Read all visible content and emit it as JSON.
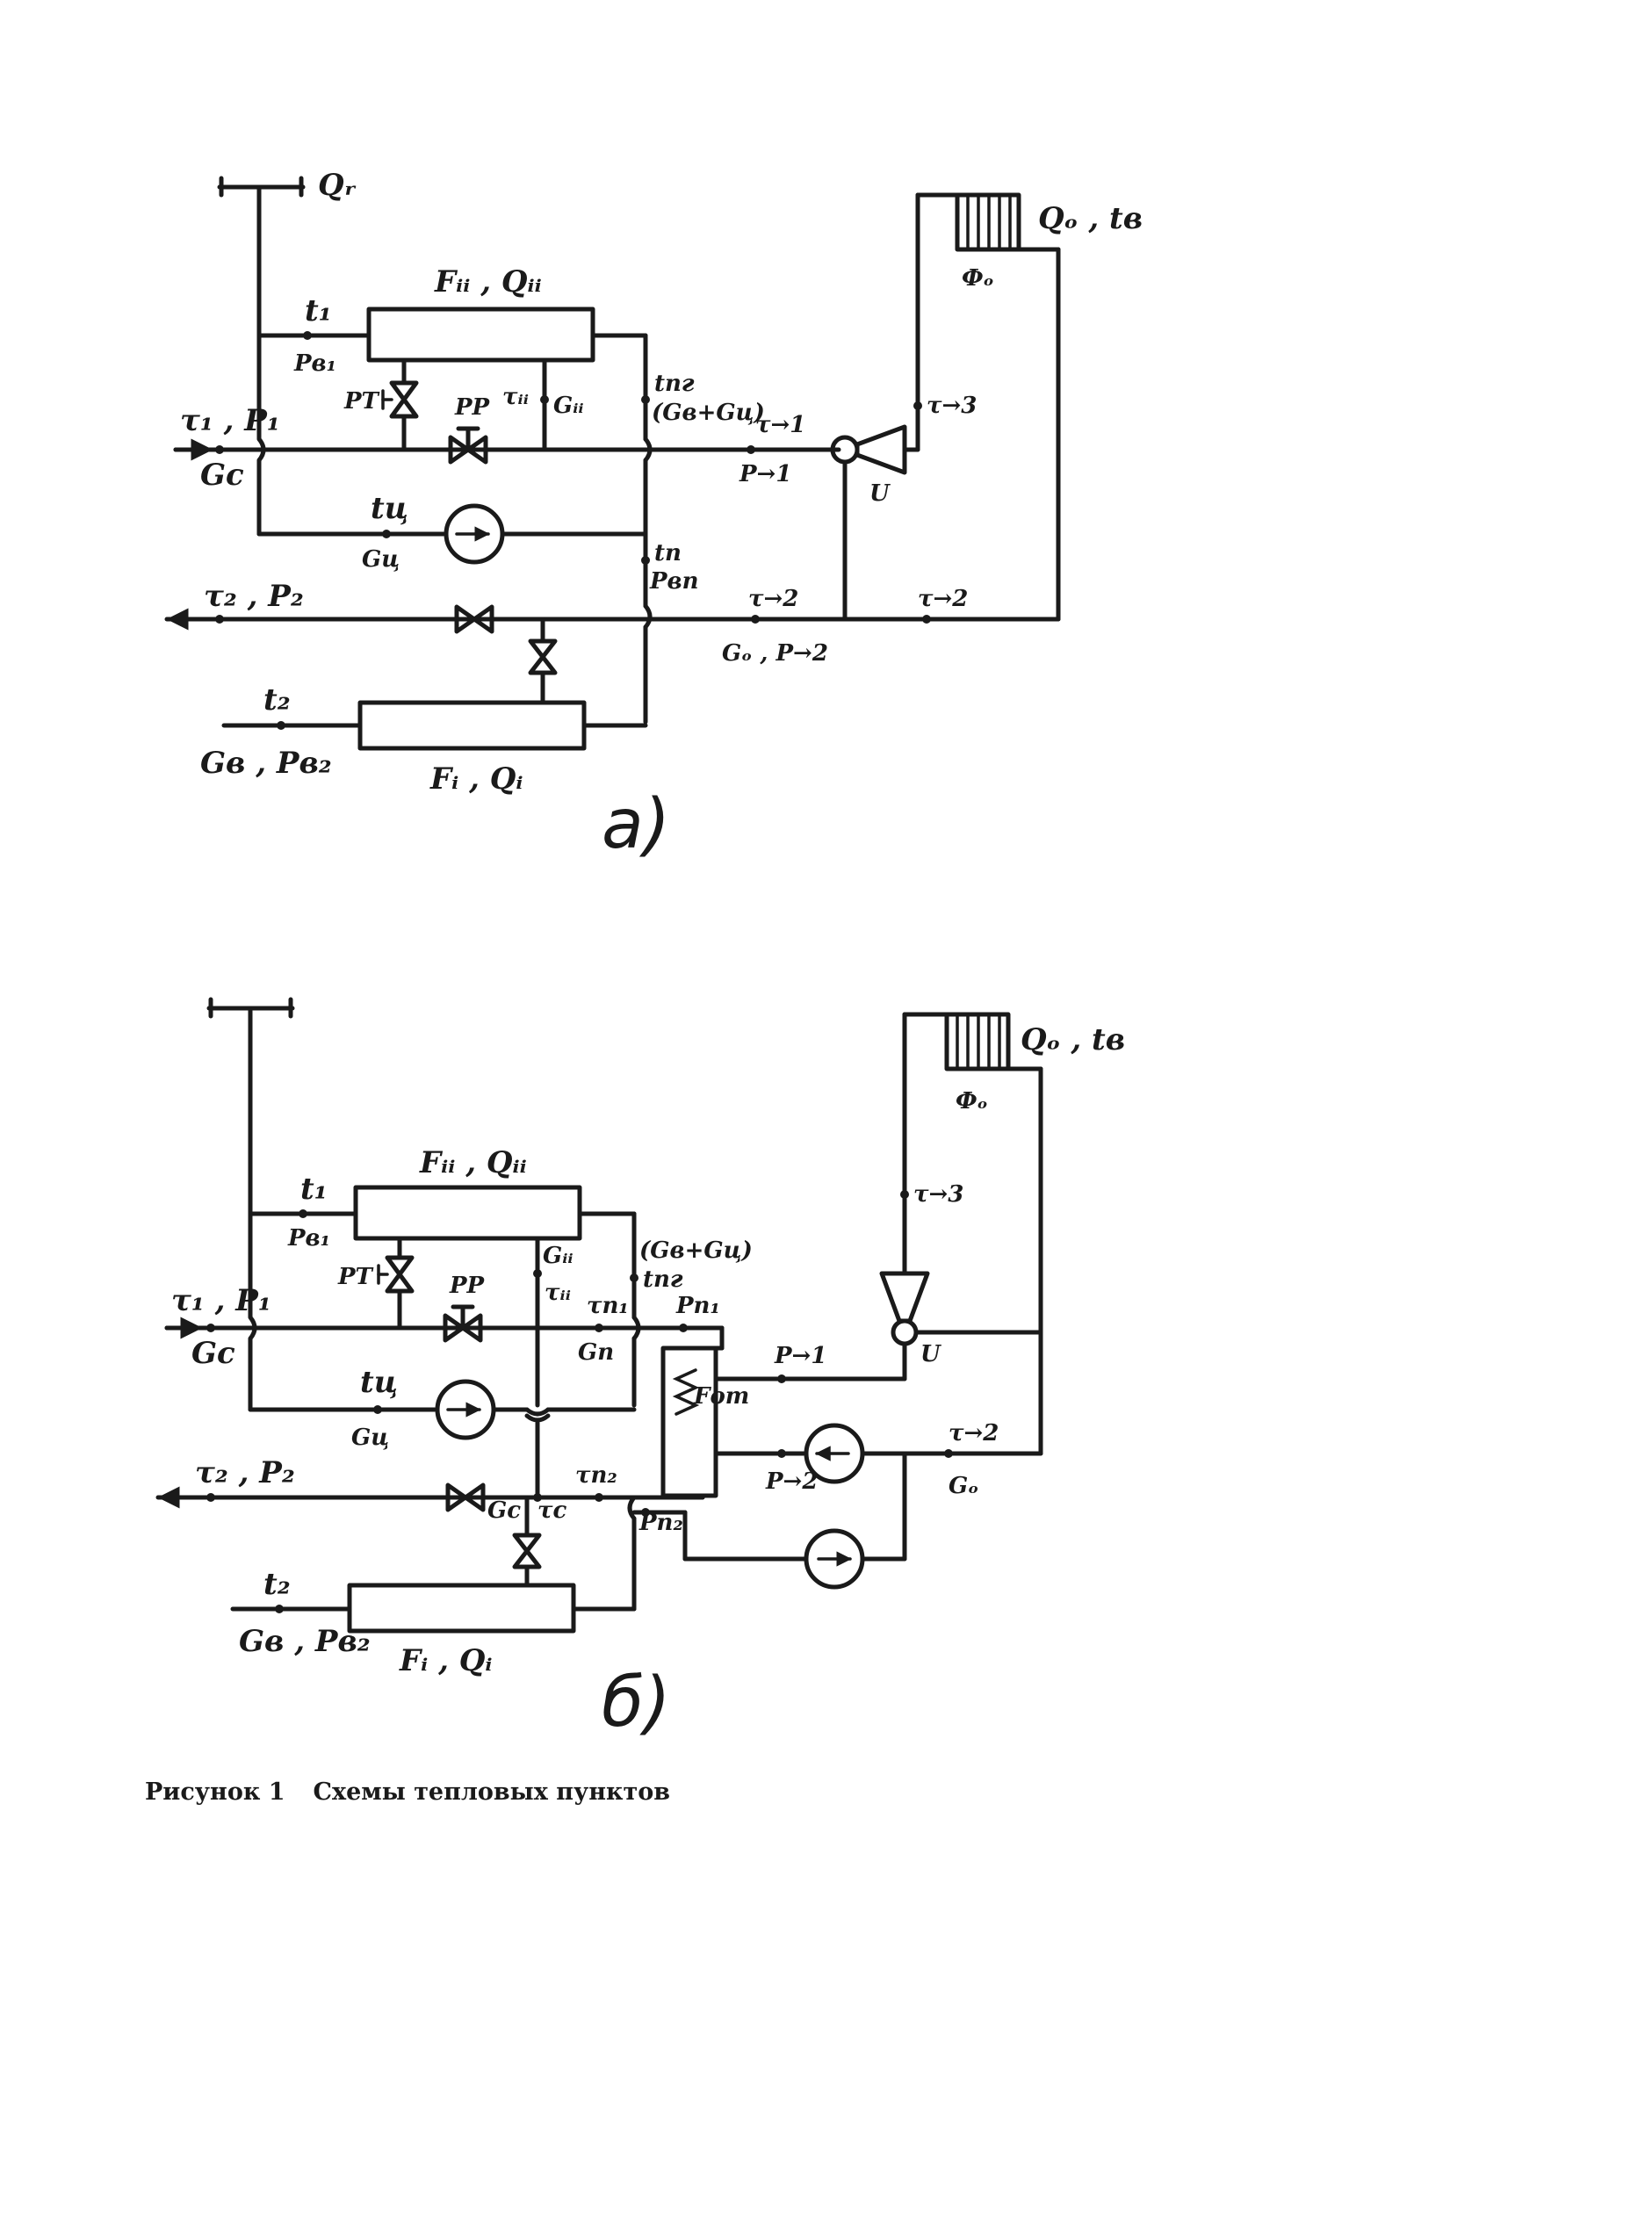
{
  "caption": {
    "figure_label": "Рисунок 1",
    "title": "Схемы тепловых пунктов"
  },
  "panel_a": {
    "tag": "а)",
    "hot_water_load": "Qᵣ",
    "heater_stage2": "Fᵢᵢ , Qᵢᵢ",
    "heater_stage1": "Fᵢ , Qᵢ",
    "radiator_label": "Фₒ",
    "radiator_load": "Qₒ , tв",
    "t1": "t₁",
    "pv1": "Pв₁",
    "rt": "РТ",
    "rr": "РР",
    "tau_ii": "τᵢᵢ",
    "g_ii": "Gᵢᵢ",
    "t_pg": "tпг",
    "g_sum": "(Gв+Gц)",
    "tau_o1": "τ→1",
    "p_o1": "P→1",
    "tau_o3": "τ→3",
    "ejector": "U",
    "supply": "τ₁ , P₁",
    "g_c": "Gс",
    "t_c": "tц",
    "g_circ": "Gц",
    "t_p": "tп",
    "pv_p": "Pвп",
    "return": "τ₂ , P₂",
    "tau_o2_left": "τ→2",
    "tau_o2_right": "τ→2",
    "g_o_p_o2": "Gₒ , P→2",
    "t2": "t₂",
    "gv_pv2": "Gв , Pв₂"
  },
  "panel_b": {
    "tag": "б)",
    "heater_stage2": "Fᵢᵢ , Qᵢᵢ",
    "heater_stage1": "Fᵢ , Qᵢ",
    "radiator_label": "Фₒ",
    "radiator_load": "Qₒ , tв",
    "t1": "t₁",
    "pv1": "Pв₁",
    "rt": "РТ",
    "rr": "РР",
    "g_ii": "Gᵢᵢ",
    "tau_ii": "τᵢᵢ",
    "g_sum": "(Gв+Gц)",
    "t_pg": "tпг",
    "tau_p1": "τп₁",
    "g_p": "Gп",
    "p_p1": "Pп₁",
    "tau_o3": "τ→3",
    "ejector": "U",
    "p_o1": "P→1",
    "heat_exchanger": "Fот",
    "p_o2": "P→2",
    "tau_o2": "τ→2",
    "g_o": "Gₒ",
    "supply": "τ₁ , P₁",
    "g_c": "Gс",
    "t_c": "tц",
    "g_circ": "Gц",
    "return": "τ₂ , P₂",
    "tau_p2": "τп₂",
    "g_c2": "Gс",
    "tau_c": "τс",
    "p_p2": "Pп₂",
    "t2": "t₂",
    "gv_pv2": "Gв , Pв₂"
  }
}
